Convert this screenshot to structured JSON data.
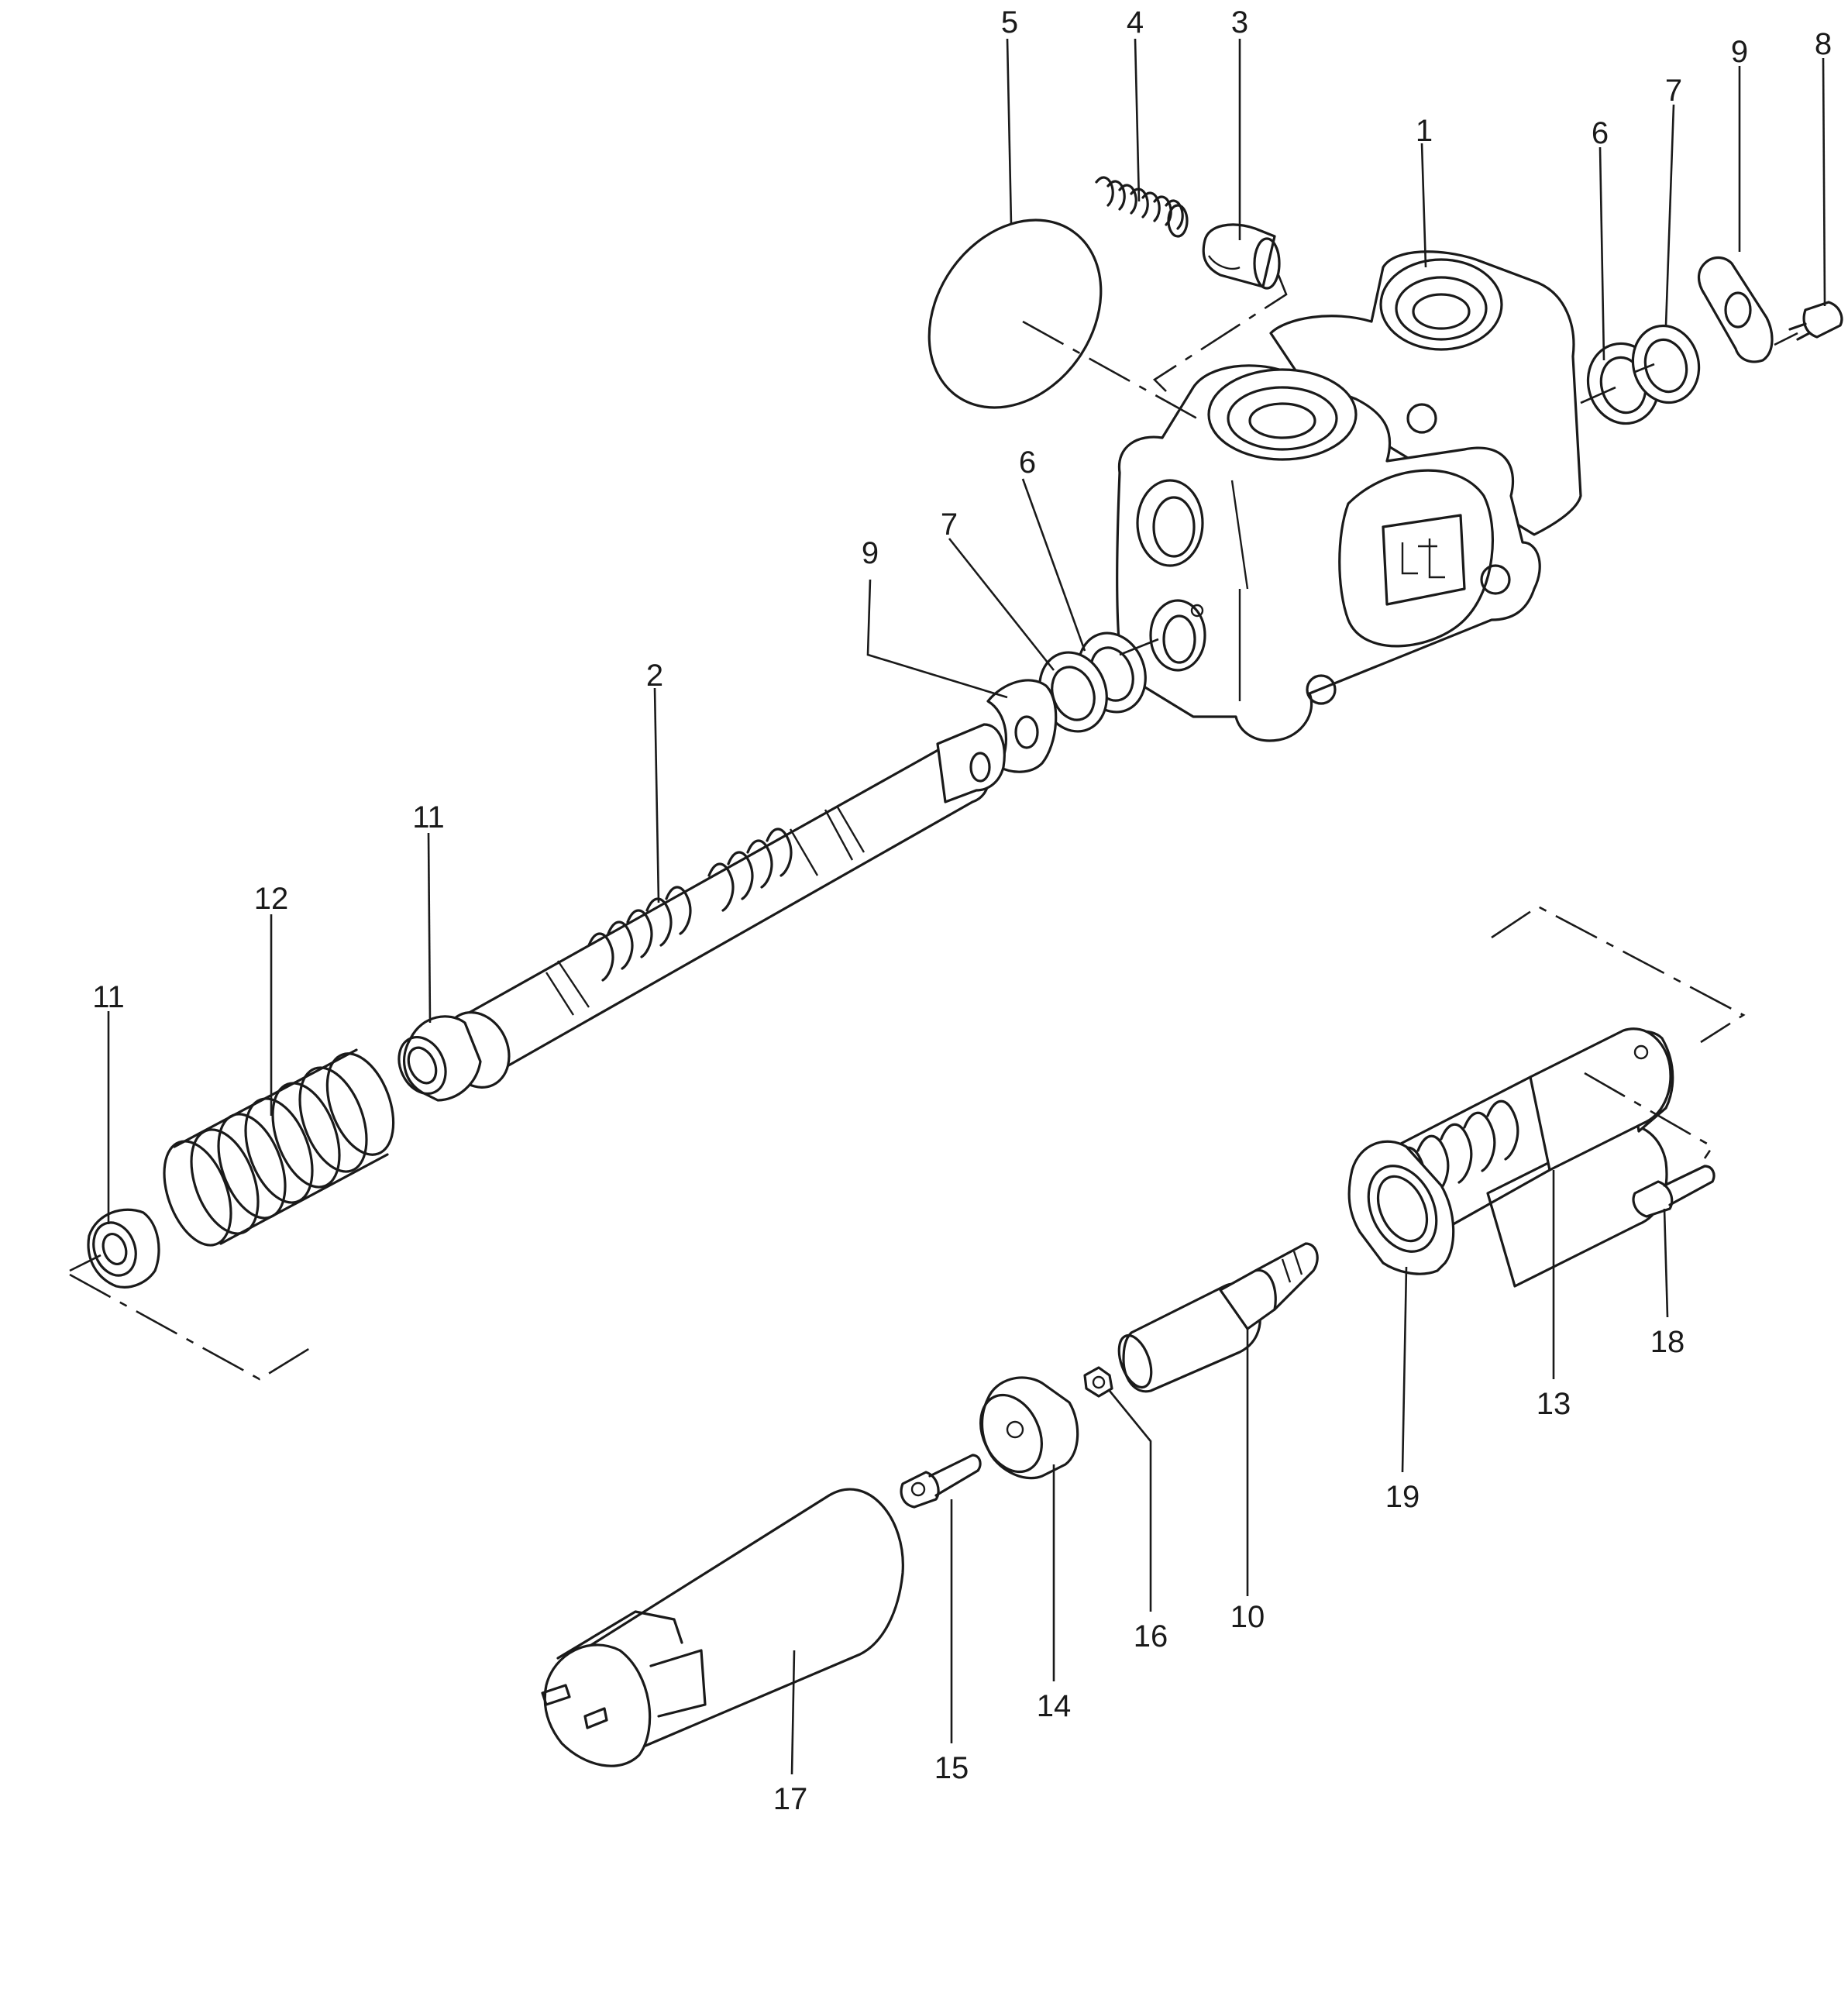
{
  "callouts": [
    {
      "id": "c1",
      "label": "1"
    },
    {
      "id": "c2",
      "label": "2"
    },
    {
      "id": "c3",
      "label": "3"
    },
    {
      "id": "c4",
      "label": "4"
    },
    {
      "id": "c5",
      "label": "5"
    },
    {
      "id": "c6a",
      "label": "6"
    },
    {
      "id": "c6b",
      "label": "6"
    },
    {
      "id": "c7a",
      "label": "7"
    },
    {
      "id": "c7b",
      "label": "7"
    },
    {
      "id": "c8",
      "label": "8"
    },
    {
      "id": "c9a",
      "label": "9"
    },
    {
      "id": "c9b",
      "label": "9"
    },
    {
      "id": "c10",
      "label": "10"
    },
    {
      "id": "c11a",
      "label": "11"
    },
    {
      "id": "c11b",
      "label": "11"
    },
    {
      "id": "c12",
      "label": "12"
    },
    {
      "id": "c13",
      "label": "13"
    },
    {
      "id": "c14",
      "label": "14"
    },
    {
      "id": "c15",
      "label": "15"
    },
    {
      "id": "c16",
      "label": "16"
    },
    {
      "id": "c17",
      "label": "17"
    },
    {
      "id": "c18",
      "label": "18"
    },
    {
      "id": "c19",
      "label": "19"
    }
  ],
  "colors": {
    "ink": "#1a1a1a",
    "background": "#ffffff"
  }
}
